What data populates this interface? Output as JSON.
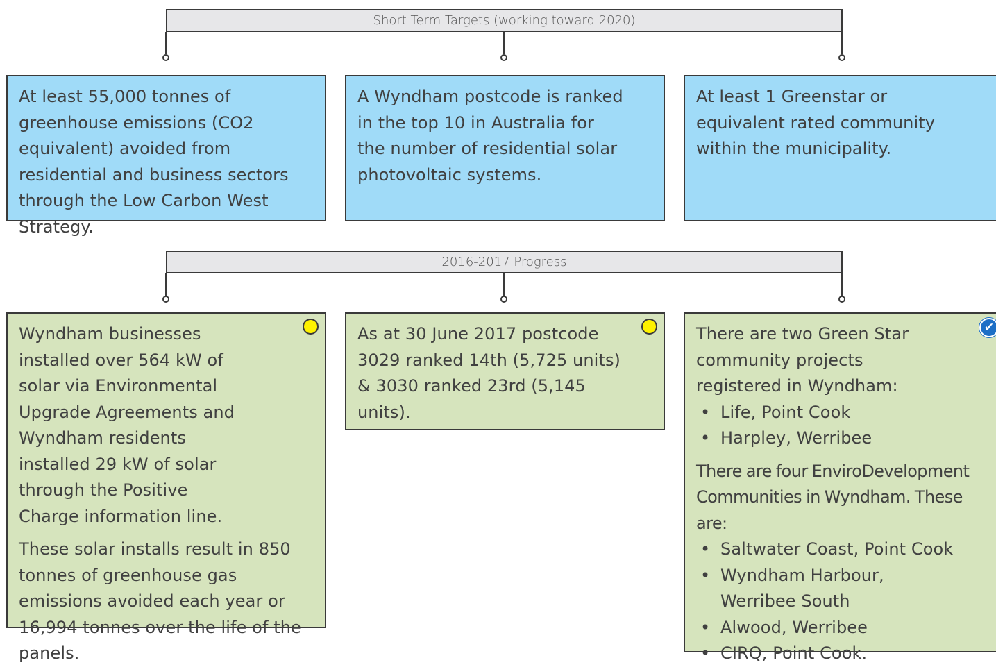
{
  "targets": {
    "header": "Short Term Targets (working toward 2020)",
    "items": [
      {
        "text": "At least 55,000 tonnes of greenhouse emissions (CO2 equivalent) avoided from residential and business sectors through the Low Carbon West Strategy."
      },
      {
        "text": "A Wyndham postcode is ranked in the top 10 in Australia for the number of residential solar photovoltaic systems."
      },
      {
        "text": "At least 1 Greenstar or equivalent rated community within the municipality."
      }
    ]
  },
  "progress": {
    "header": "2016-2017 Progress",
    "items": [
      {
        "status": "in-progress",
        "status_color": "#fef200",
        "paragraphs": [
          "Wyndham businesses installed over 564 kW of solar via Environmental Upgrade Agreements and Wyndham residents installed 29 kW of solar through the Positive Charge information line.",
          "These solar installs result in 850 tonnes of greenhouse gas emissions avoided each year or 16,994 tonnes over the life of the panels."
        ]
      },
      {
        "status": "in-progress",
        "status_color": "#fef200",
        "paragraphs": [
          "As at 30 June 2017 postcode 3029 ranked 14th (5,725 units) & 3030 ranked 23rd (5,145 units)."
        ]
      },
      {
        "status": "achieved",
        "status_color": "#1d6fc6",
        "status_icon": "✔",
        "intro1": "There are two Green Star community projects registered in Wyndham:",
        "list1": [
          "Life,  Point Cook",
          "Harpley, Werribee"
        ],
        "intro2": "There are four EnviroDevelopment Communities in Wyndham. These are:",
        "list2": [
          "Saltwater Coast, Point Cook",
          "Wyndham Harbour, Werribee South",
          "Alwood, Werribee",
          "CIRQ, Point Cook."
        ]
      }
    ]
  },
  "colors": {
    "target_fill": "#a0dbf8",
    "progress_fill": "#d6e4bd",
    "header_fill": "#e7e7e9",
    "border": "#3a3a3a"
  }
}
